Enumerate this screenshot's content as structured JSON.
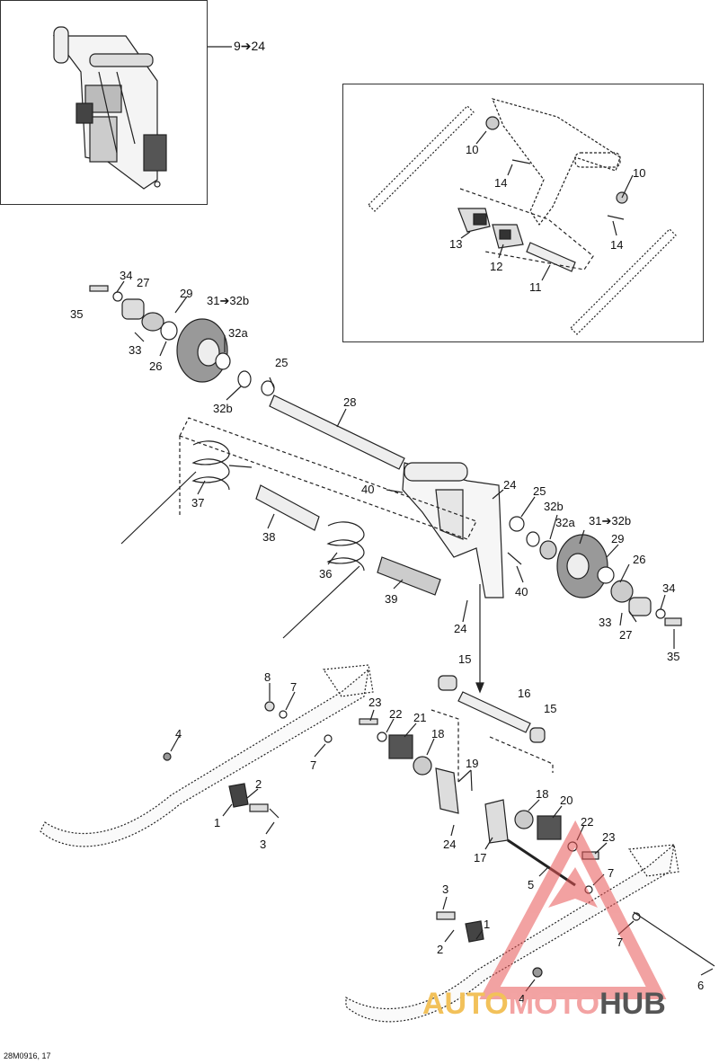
{
  "inset_top_left": {
    "label": "9➔24"
  },
  "callouts": {
    "c10a": "10",
    "c10b": "10",
    "c14a": "14",
    "c14b": "14",
    "c13": "13",
    "c12": "12",
    "c11": "11",
    "c34a": "34",
    "c27a": "27",
    "c29a": "29",
    "c31a": "31➔32b",
    "c35a": "35",
    "c33a": "33",
    "c26a": "26",
    "c32aa": "32a",
    "c25a": "25",
    "c32ba": "32b",
    "c28": "28",
    "c37": "37",
    "c38": "38",
    "c36": "36",
    "c39": "39",
    "c40a": "40",
    "c24a": "24",
    "c25b": "25",
    "c32bb": "32b",
    "c32ab": "32a",
    "c31b": "31➔32b",
    "c29b": "29",
    "c40b": "40",
    "c26b": "26",
    "c24b": "24",
    "c34b": "34",
    "c33b": "33",
    "c27b": "27",
    "c35b": "35",
    "c15a": "15",
    "c16": "16",
    "c15b": "15",
    "c8": "8",
    "c7a": "7",
    "c23a": "23",
    "c22a": "22",
    "c21": "21",
    "c18a": "18",
    "c19": "19",
    "c4a": "4",
    "c7b": "7",
    "c2a": "2",
    "c1a": "1",
    "c3a": "3",
    "c18b": "18",
    "c20": "20",
    "c22b": "22",
    "c24c": "24",
    "c17": "17",
    "c23b": "23",
    "c5": "5",
    "c7c": "7",
    "c3b": "3",
    "c1b": "1",
    "c2b": "2",
    "c7d": "7",
    "c4b": "4",
    "c6": "6"
  },
  "footer": {
    "code": "28M0916, 17"
  },
  "watermark": {
    "auto": "AUTO",
    "moto": "MOTO",
    "hub": "HUB"
  }
}
